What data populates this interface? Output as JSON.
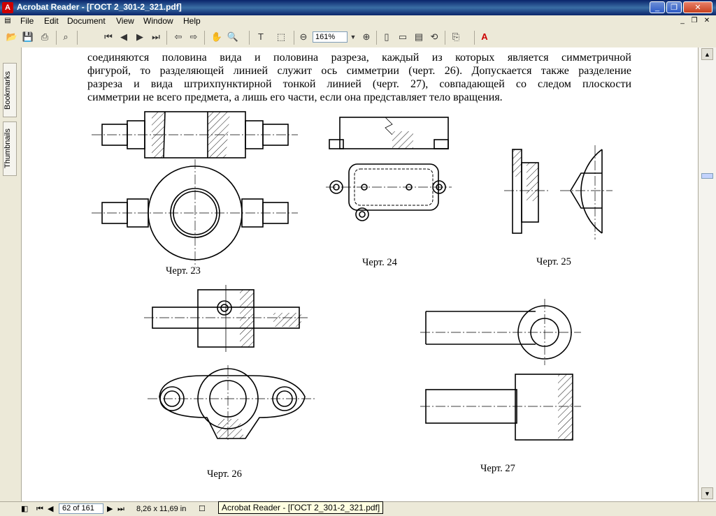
{
  "window": {
    "title": "Acrobat Reader - [ГОСТ 2_301-2_321.pdf]",
    "app_icon": "adobe-acrobat-icon",
    "controls": [
      "minimize-icon",
      "restore-icon",
      "close-icon"
    ]
  },
  "menu": {
    "items": [
      "File",
      "Edit",
      "Document",
      "View",
      "Window",
      "Help"
    ]
  },
  "toolbar": {
    "zoom": "161%",
    "icons": [
      "open-icon",
      "save-icon",
      "print-icon",
      "find-icon",
      "first-page-icon",
      "previous-page-icon",
      "next-page-icon",
      "last-page-icon",
      "go-back-icon",
      "go-forward-icon",
      "hand-tool-icon",
      "zoom-tool-icon",
      "text-select-icon",
      "graphics-select-icon",
      "zoom-out-icon",
      "zoom-in-icon",
      "actual-size-icon",
      "fit-page-icon",
      "fit-width-icon",
      "reflow-icon",
      "rotate-icon",
      "adobe-online-icon"
    ]
  },
  "nav_tabs": [
    "Bookmarks",
    "Thumbnails"
  ],
  "document": {
    "text_lines": [
      "соединяются половина вида и половина разреза, каждый из которых является симметричной",
      "фигурой, то разделяющей линией служит ось симметрии (черт. 26). Допускается также разделение",
      "разреза и вида штрихпунктирной тонкой линией (черт. 27), совпадающей со следом плоскости",
      "симметрии не всего предмета, а лишь его части, если она представляет тело вращения."
    ],
    "captions": {
      "fig23": "Черт. 23",
      "fig24": "Черт. 24",
      "fig25": "Черт. 25",
      "fig26": "Черт. 26",
      "fig27": "Черт. 27"
    }
  },
  "statusbar": {
    "page": "62 of 161",
    "page_size": "8,26 x 11,69 in"
  },
  "tooltip": "Acrobat Reader - [ГОСТ 2_301-2_321.pdf]"
}
